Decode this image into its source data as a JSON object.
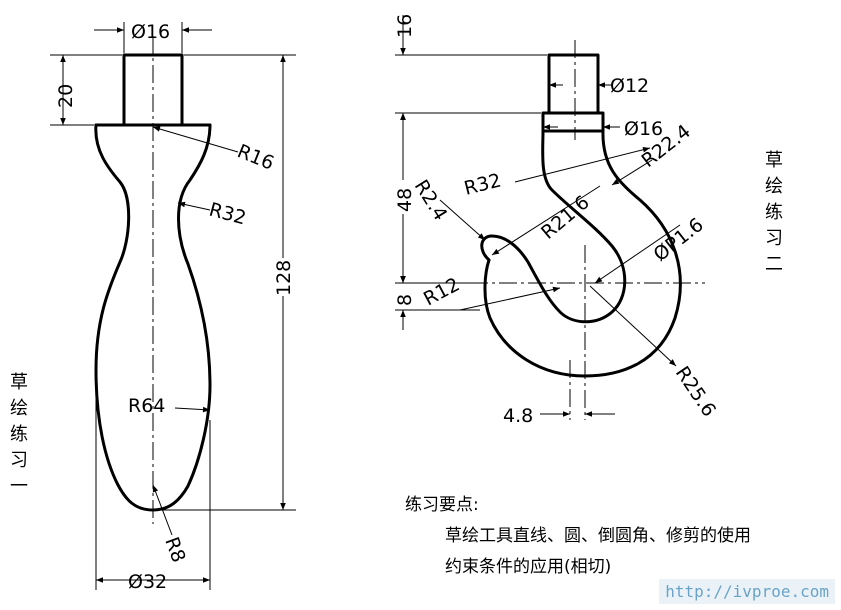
{
  "drawing1": {
    "dims": {
      "top_dia": "Ø16",
      "top_height": "20",
      "r16": "R16",
      "r32": "R32",
      "total_height": "128",
      "r64": "R64",
      "r8": "R8",
      "bottom_dia": "Ø32"
    },
    "caption": [
      "草",
      "绘",
      "练",
      "习",
      "一"
    ]
  },
  "drawing2": {
    "dims": {
      "h16": "16",
      "dia12": "Ø12",
      "dia16": "Ø16",
      "r22_4": "R22.4",
      "r32": "R32",
      "h48": "48",
      "r2_4": "R2.4",
      "r21_6": "R21.6",
      "phi21_6": "ØP1.6",
      "r12": "R12",
      "h8": "8",
      "r25_6": "R25.6",
      "w4_8": "4.8"
    },
    "caption": [
      "草",
      "绘",
      "练",
      "习",
      "二"
    ]
  },
  "notes": {
    "title": "练习要点:",
    "line1": "草绘工具直线、圆、倒圆角、修剪的使用",
    "line2": "约束条件的应用(相切)"
  },
  "watermark": "http://ivproe.com"
}
